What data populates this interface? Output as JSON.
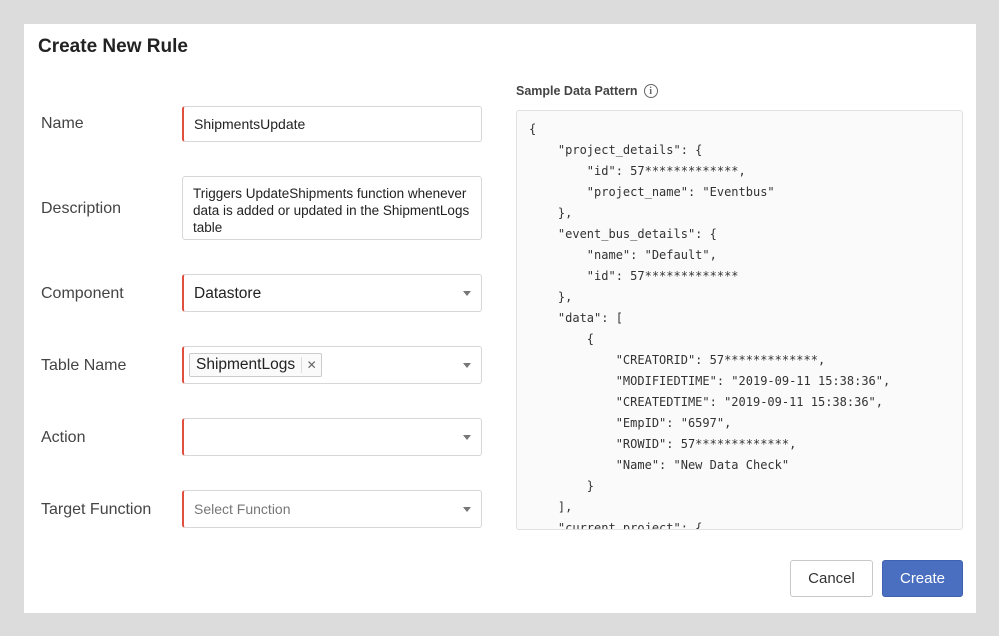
{
  "dialog": {
    "title": "Create New Rule"
  },
  "form": {
    "name_label": "Name",
    "name_value": "ShipmentsUpdate",
    "description_label": "Description",
    "description_value": "Triggers UpdateShipments function whenever data is added or updated in the ShipmentLogs table",
    "component_label": "Component",
    "component_value": "Datastore",
    "table_name_label": "Table Name",
    "table_name_chip": "ShipmentLogs",
    "action_label": "Action",
    "action_value": "",
    "target_function_label": "Target Function",
    "target_function_placeholder": "Select Function"
  },
  "sample": {
    "heading": "Sample Data Pattern",
    "info_icon": "info-icon",
    "code": "{\n    \"project_details\": {\n        \"id\": 57*************,\n        \"project_name\": \"Eventbus\"\n    },\n    \"event_bus_details\": {\n        \"name\": \"Default\",\n        \"id\": 57*************\n    },\n    \"data\": [\n        {\n            \"CREATORID\": 57*************,\n            \"MODIFIEDTIME\": \"2019-09-11 15:38:36\",\n            \"CREATEDTIME\": \"2019-09-11 15:38:36\",\n            \"EmpID\": \"6597\",\n            \"ROWID\": 57*************,\n            \"Name\": \"New Data Check\"\n        }\n    ],\n    \"current_project\": {"
  },
  "actions": {
    "cancel_label": "Cancel",
    "create_label": "Create"
  },
  "colors": {
    "accent": "#4a6fc0",
    "required_marker": "#e0503e"
  }
}
